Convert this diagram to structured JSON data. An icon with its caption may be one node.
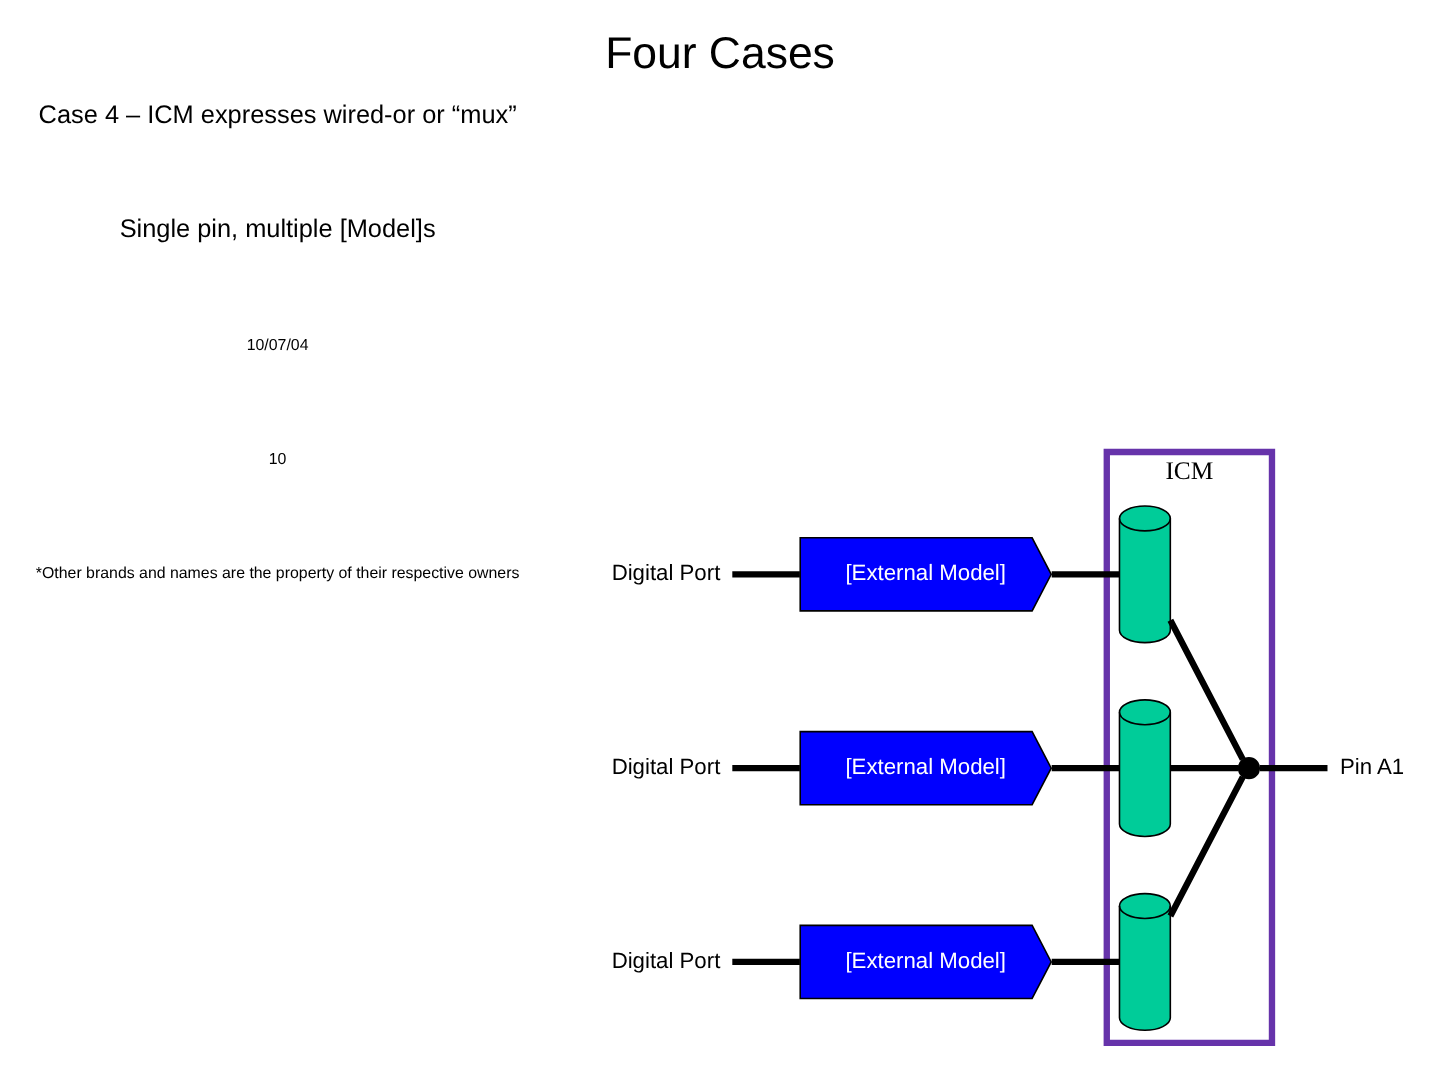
{
  "diagram": {
    "title": "Four Cases",
    "nodes": [
      {
        "text": [
          "ICM"
        ]
      },
      {
        "text": [
          "Digital Port"
        ]
      },
      {
        "text": [
          "Digital Port"
        ]
      },
      {
        "text": [
          "Digital Port"
        ]
      },
      {
        "text": [
          "[External Model]"
        ]
      },
      {
        "text": [
          "[External Model]"
        ]
      },
      {
        "text": [
          "[External Model]"
        ]
      },
      {
        "text": [],
        "shape": "cylinder",
        "in": 0
      },
      {
        "text": [],
        "shape": "cylinder",
        "in": 0
      },
      {
        "text": [],
        "shape": "cylinder",
        "in": 0
      },
      {
        "text": [],
        "shape": "circle",
        "in": 0
      },
      {
        "text": [
          "Pin A1"
        ]
      }
    ],
    "edges": [
      {
        "from": 1,
        "to": 4,
        "arrow": "none"
      },
      {
        "from": 2,
        "to": 5,
        "arrow": "none"
      },
      {
        "from": 3,
        "to": 6,
        "arrow": "none"
      },
      {
        "from": 4,
        "to": 7,
        "arrow": "none"
      },
      {
        "from": 5,
        "to": 8,
        "arrow": "none"
      },
      {
        "from": 6,
        "to": 9,
        "arrow": "none"
      },
      {
        "from": 7,
        "to": 10,
        "arrow": "none"
      },
      {
        "from": 8,
        "to": 10,
        "arrow": "none"
      },
      {
        "from": 9,
        "to": 10,
        "arrow": "none"
      },
      {
        "from": 10,
        "to": 11,
        "arrow": "none"
      }
    ],
    "labels": [
      "Case 4 – ICM expresses wired-or or “mux”",
      "Single pin, multiple [Model]s",
      "10/07/04",
      "10",
      "*Other brands and names are the property of their respective owners"
    ]
  }
}
